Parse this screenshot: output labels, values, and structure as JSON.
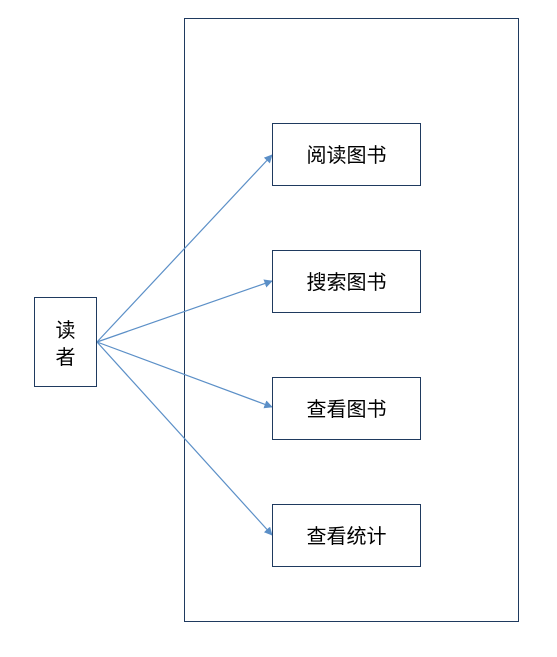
{
  "actor": {
    "label_line1": "读",
    "label_line2": "者"
  },
  "use_cases": [
    {
      "id": "read",
      "label": "阅读图书"
    },
    {
      "id": "search",
      "label": "搜索图书"
    },
    {
      "id": "view",
      "label": "查看图书"
    },
    {
      "id": "stats",
      "label": "查看统计"
    }
  ],
  "colors": {
    "arrow": "#5b8fc7",
    "border": "#000000",
    "system_border": "#1f3a5f"
  }
}
